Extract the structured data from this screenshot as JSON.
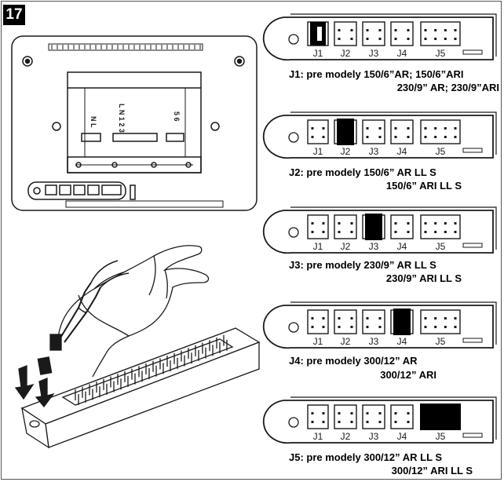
{
  "figure": {
    "number": "17"
  },
  "connector_labels": [
    "J1",
    "J2",
    "J3",
    "J4",
    "J5"
  ],
  "jumper_positions": [
    "J1",
    "J2",
    "J3",
    "J4",
    "J5"
  ],
  "captions": [
    {
      "line1": "J1: pre modely 150/6”AR; 150/6”ARI",
      "line2": "230/9” AR; 230/9”ARI"
    },
    {
      "line1": "J2: pre modely 150/6” AR LL S",
      "line2": "150/6” ARI LL S"
    },
    {
      "line1": "J3: pre modely 230/9” AR LL S",
      "line2": "230/9” ARI LL S"
    },
    {
      "line1": "J4: pre modely 300/12” AR",
      "line2": "300/12” ARI"
    },
    {
      "line1": "J5: pre modely 300/12” AR LL S",
      "line2": "300/12” ARI LL S"
    }
  ],
  "device_markings": {
    "left": "N L",
    "middle": "L N 1 2 3",
    "right": "5 6"
  },
  "colors": {
    "line": "#1a1a1a",
    "jumper": "#000000",
    "panel_bg": "#ffffff"
  }
}
